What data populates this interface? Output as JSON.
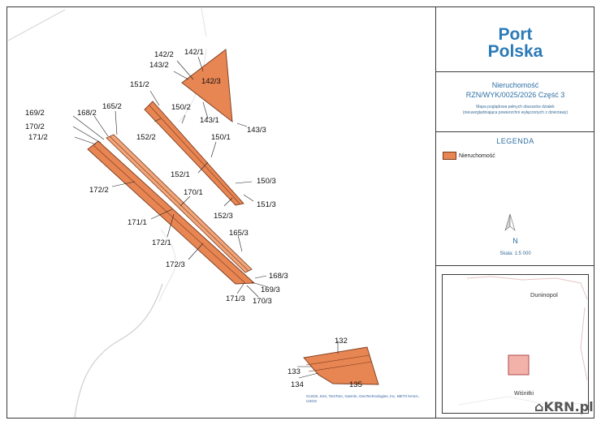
{
  "brand": {
    "line1": "Port",
    "line2": "Polska",
    "color": "#2a7ab8"
  },
  "header": {
    "title": "Nieruchomość",
    "code": "RZN/WYK/0025/2026 Część 3",
    "subtitle_line1": "Mapa poglądowa pełnych obszarów działek",
    "subtitle_line2": "(nieuwzględniająca powierzchni wyłączonych z dzierżawy)"
  },
  "legend": {
    "title": "LEGENDA",
    "items": [
      {
        "label": "Nieruchomość",
        "color": "#e78553"
      }
    ]
  },
  "north_arrow": {
    "label": "N"
  },
  "scale": {
    "label": "Skala: 1:5 000"
  },
  "inset": {
    "places": [
      {
        "name": "Duninopol"
      },
      {
        "name": "Wiśnitki"
      }
    ],
    "marker_color": "#f2b2aa"
  },
  "credits": "GUGiK, Esri, TomTom, Garmin, GeoTechnologies, Inc, METI/ NASA, USGS",
  "watermark": {
    "glyph": "⌂",
    "text": "KRN.pl"
  },
  "parcels": {
    "labels": [
      "142/2",
      "142/1",
      "143/2",
      "142/3",
      "143/1",
      "143/3",
      "151/2",
      "150/2",
      "152/2",
      "150/1",
      "152/1",
      "150/3",
      "151/3",
      "152/3",
      "169/2",
      "168/2",
      "165/2",
      "170/2",
      "171/2",
      "172/2",
      "170/1",
      "171/1",
      "172/1",
      "165/3",
      "172/3",
      "168/3",
      "169/3",
      "171/3",
      "170/3",
      "132",
      "133",
      "134",
      "135"
    ],
    "fill": "#e78553"
  }
}
